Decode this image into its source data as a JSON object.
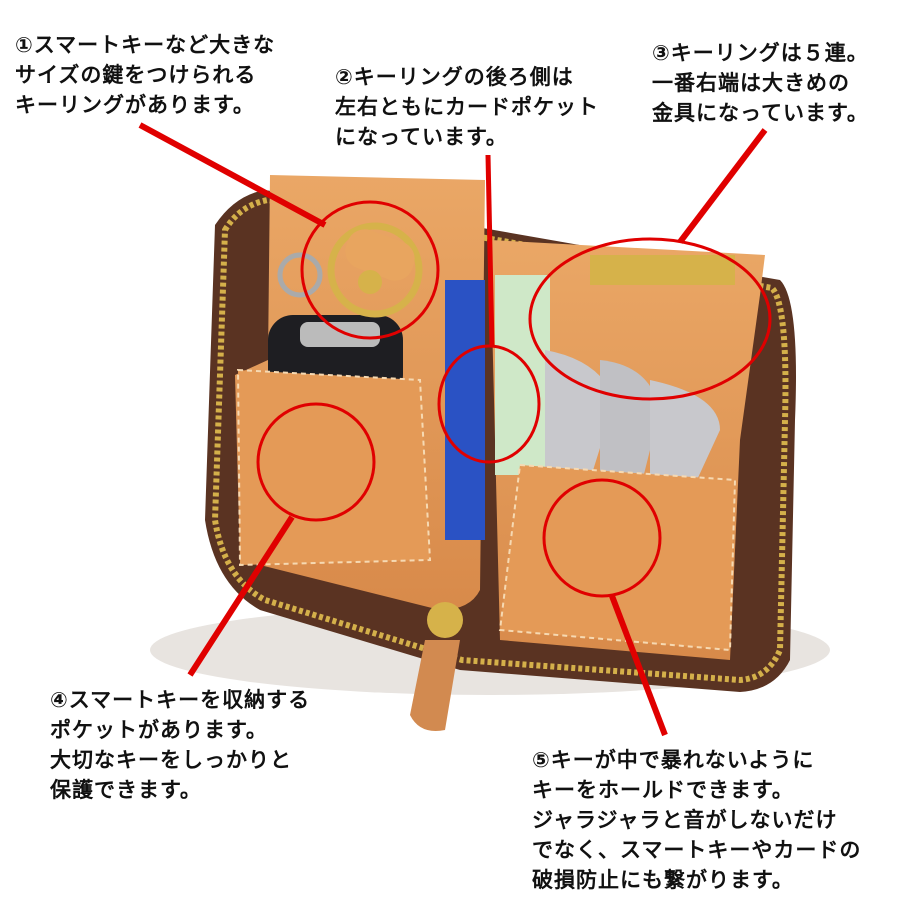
{
  "annotation_color": "#e00000",
  "captions": {
    "c1": [
      "①スマートキーなど大きな",
      "サイズの鍵をつけられる",
      "キーリングがあります。"
    ],
    "c2": [
      "②キーリングの後ろ側は",
      "左右ともにカードポケット",
      "になっています。"
    ],
    "c3": [
      "③キーリングは５連。",
      "一番右端は大きめの",
      "金具になっています。"
    ],
    "c4": [
      "④スマートキーを収納する",
      "ポケットがあります。",
      "大切なキーをしっかりと",
      "保護できます。"
    ],
    "c5": [
      "⑤キーが中で暴れないように",
      "キーをホールドできます。",
      "ジャラジャラと音がしないだけ",
      "でなく、スマートキーやカードの",
      "破損防止にも繋がります。"
    ]
  },
  "photo": {
    "subject": "leather-key-wallet",
    "leather_color": "#e3995a",
    "zipper_color": "#d4b04a",
    "fabric_color": "#5a3322",
    "card_color": "#cfe8c8",
    "card_stripe_color": "#2a52c4",
    "key_color": "#c8c8cc",
    "brass_color": "#d6b24a"
  }
}
